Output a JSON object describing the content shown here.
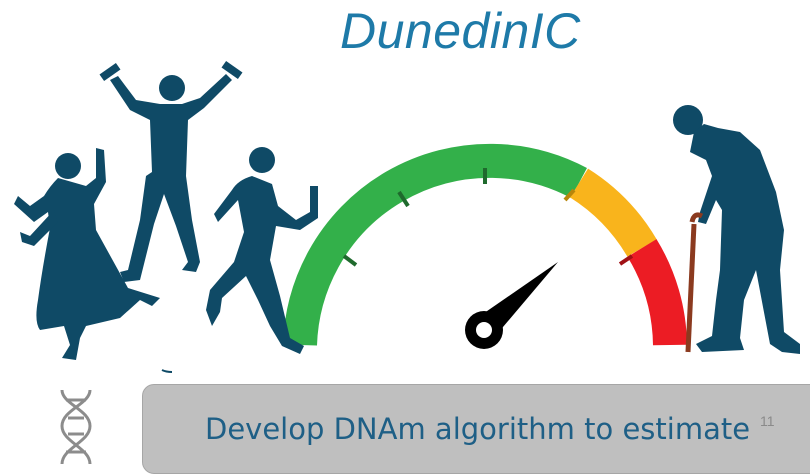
{
  "title": "DunedinIC",
  "banner": {
    "text": "Develop DNAm algorithm to estimate"
  },
  "slide_number": "11",
  "gauge": {
    "colors": {
      "green": "#33b04a",
      "yellow": "#f9b41c",
      "red": "#ec1c24"
    },
    "needle_level": 0.72
  },
  "figure_color": "#0f4a66",
  "icons": [
    "dna-icon",
    "speedometer-gauge-icon"
  ]
}
